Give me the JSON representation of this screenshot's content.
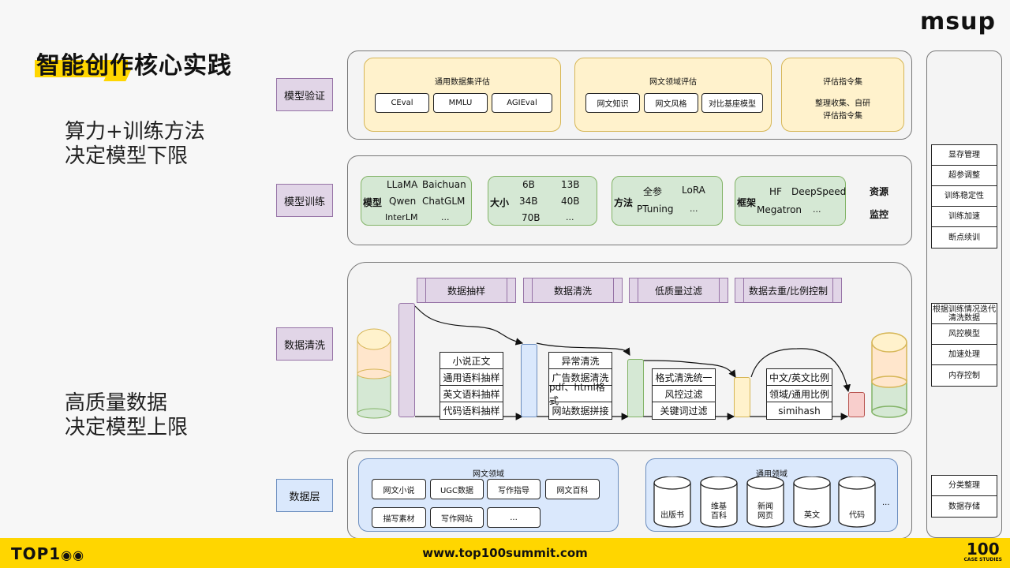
{
  "brand": {
    "msup": "msup",
    "top100": "TOP1",
    "url": "www.top100summit.com",
    "case_num": "100",
    "case_text": "CASE STUDIES"
  },
  "title": "智能创作核心实践",
  "side": {
    "line1": "算力+训练方法",
    "line2": "决定模型下限",
    "line3": "高质量数据",
    "line4": "决定模型上限"
  },
  "rows": {
    "validation": "模型验证",
    "training": "模型训练",
    "cleaning": "数据清洗",
    "data": "数据层"
  },
  "validation": {
    "general": {
      "title": "通用数据集评估",
      "items": [
        "CEval",
        "MMLU",
        "AGIEval"
      ]
    },
    "domain": {
      "title": "网文领域评估",
      "items": [
        "网文知识",
        "网文风格",
        "对比基座模型"
      ]
    },
    "instr": {
      "title": "评估指令集",
      "line1": "整理收集、自研",
      "line2": "评估指令集"
    }
  },
  "training": {
    "model": {
      "label": "模型",
      "items": [
        "LLaMA",
        "Baichuan",
        "Qwen",
        "ChatGLM",
        "InterLM",
        "..."
      ]
    },
    "size": {
      "label": "大小",
      "items": [
        "6B",
        "13B",
        "34B",
        "40B",
        "70B",
        "..."
      ]
    },
    "method": {
      "label": "方法",
      "items": [
        "全参",
        "LoRA",
        "PTuning",
        "..."
      ]
    },
    "framework": {
      "label": "框架",
      "items": [
        "HF",
        "DeepSpeed",
        "Megatron",
        "..."
      ]
    },
    "resource": "资源",
    "monitor": "监控"
  },
  "cleaning": {
    "steps": [
      "数据抽样",
      "数据清洗",
      "低质量过滤",
      "数据去重/比例控制"
    ],
    "stack1": [
      "小说正文",
      "通用语料抽样",
      "英文语料抽样",
      "代码语料抽样"
    ],
    "stack2": [
      "异常清洗",
      "广告数据清洗",
      "pdf、html格式",
      "网站数据拼接"
    ],
    "stack3": [
      "格式清洗统一",
      "风控过滤",
      "关键词过滤"
    ],
    "stack4": [
      "中文/英文比例",
      "领域/通用比例",
      "simihash"
    ]
  },
  "datalayer": {
    "web": {
      "title": "网文领域",
      "items": [
        "网文小说",
        "UGC数据",
        "写作指导",
        "网文百科",
        "描写素材",
        "写作网站",
        "..."
      ]
    },
    "general": {
      "title": "通用领域",
      "items": [
        "出版书",
        "维基\n百科",
        "新闻\n网页",
        "英文",
        "代码"
      ],
      "more": "..."
    }
  },
  "right": {
    "train": [
      "显存管理",
      "超参调整",
      "训练稳定性",
      "训练加速",
      "断点续训"
    ],
    "clean": [
      "根据训练情况迭代清洗数据",
      "风控模型",
      "加速处理",
      "内存控制"
    ],
    "data": [
      "分类整理",
      "数据存储"
    ]
  }
}
